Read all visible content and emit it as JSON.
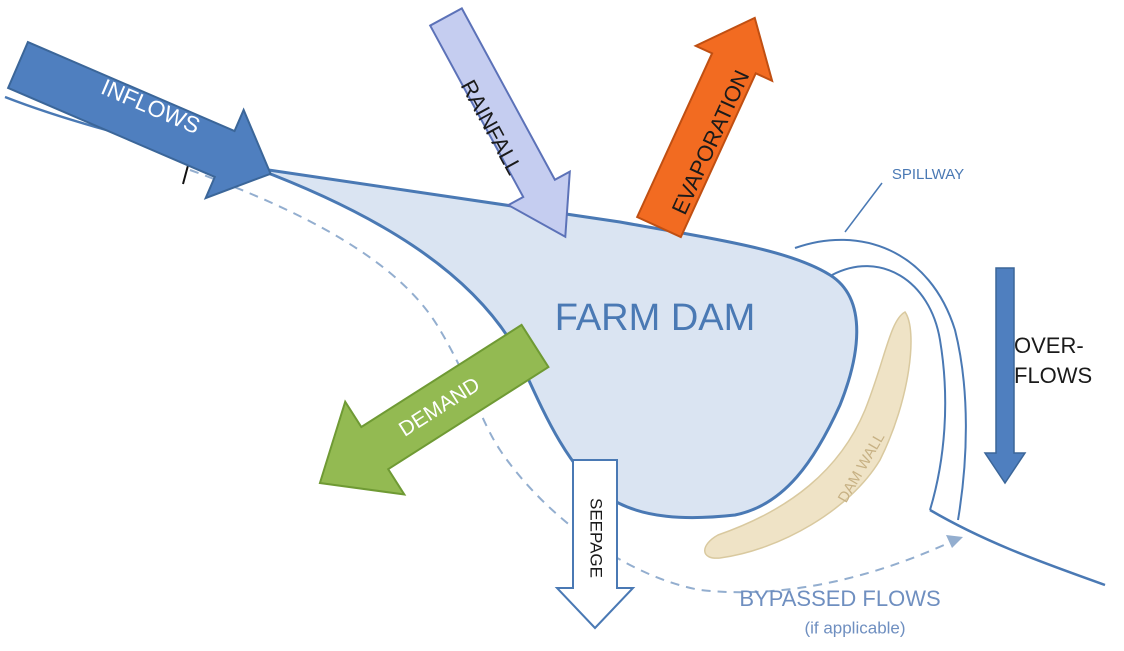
{
  "diagram": {
    "labels": {
      "inflows": "INFLOWS",
      "rainfall": "RAINFALL",
      "evaporation": "EVAPORATION",
      "spillway": "SPILLWAY",
      "farm_dam": "FARM DAM",
      "overflows_line1": "OVER-",
      "overflows_line2": "FLOWS",
      "demand": "DEMAND",
      "dam_wall": "DAM WALL",
      "seepage": "SEEPAGE",
      "bypassed_flows": "BYPASSED FLOWS",
      "bypassed_note": "(if applicable)"
    },
    "colors": {
      "dam_fill": "#dae4f2",
      "outline": "#4a79b4",
      "inflow_arrow": "#4f7fbf",
      "rainfall_arrow": "#c5cdf0",
      "evaporation_arrow": "#f26b21",
      "demand_arrow": "#93ba52",
      "overflow_arrow": "#4f7fbf",
      "dam_wall": "#efe3c6",
      "seepage_arrow": "#ffffff",
      "bypass_line": "#93aecf"
    }
  }
}
